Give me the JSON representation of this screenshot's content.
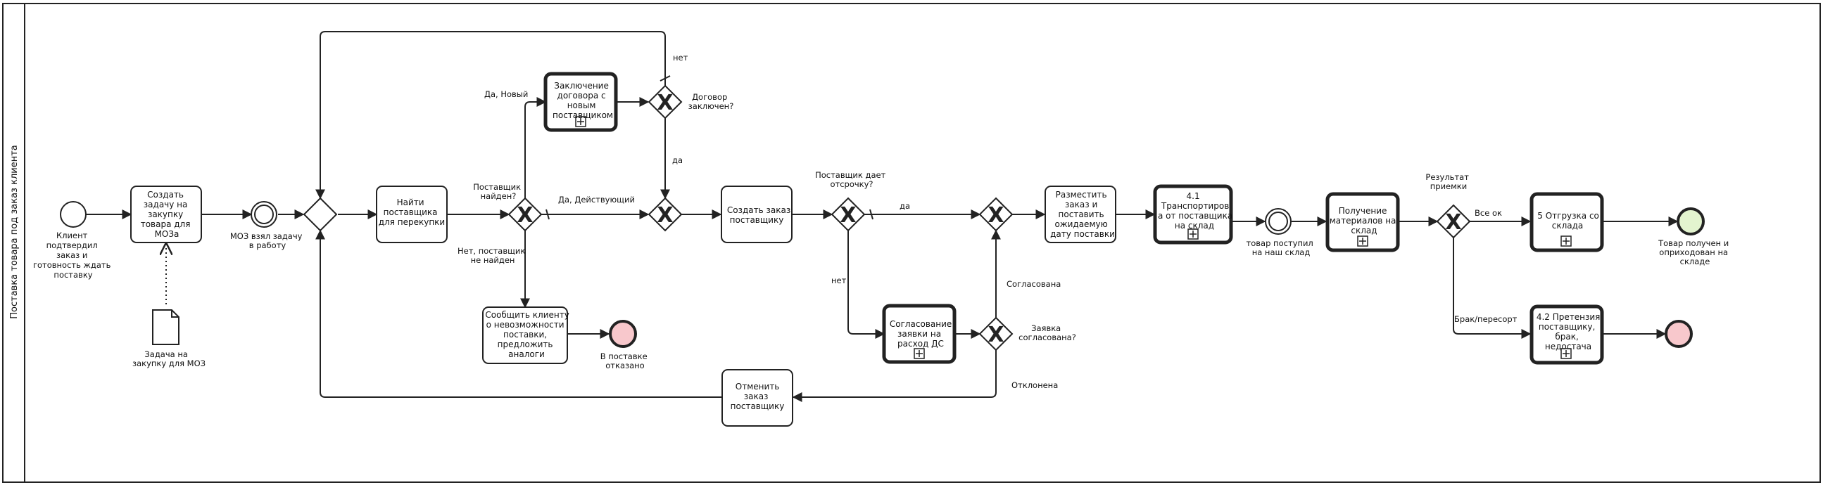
{
  "pool": {
    "lane_label": "Поставка товара под заказ клиента"
  },
  "events": {
    "start": [
      "Клиент",
      "подтвердил",
      "заказ и",
      "готовность ждать",
      "поставку"
    ],
    "moz_taken": [
      "МОЗ взял задачу",
      "в работу"
    ],
    "goods_arrived": [
      "товар поступил",
      "на наш склад"
    ],
    "end_refused": [
      "В поставке",
      "отказано"
    ],
    "end_success": [
      "Товар получен и",
      "оприходован на",
      "складе"
    ]
  },
  "tasks": {
    "create_task": [
      "Создать",
      "задачу на",
      "закупку",
      "товара для",
      "МОЗа"
    ],
    "find_supplier": [
      "Найти",
      "поставщика",
      "для перекупки"
    ],
    "contract_new": [
      "Заключение",
      "договора с",
      "новым",
      "поставщиком"
    ],
    "notify_client": [
      "Сообщить клиенту",
      "о невозможности",
      "поставки,",
      "предложить",
      "аналоги"
    ],
    "create_order": [
      "Создать заказ",
      "поставщику"
    ],
    "approve_request": [
      "Согласование",
      "заявки на",
      "расход ДС"
    ],
    "cancel_order": [
      "Отменить",
      "заказ",
      "поставщику"
    ],
    "place_order": [
      "Разместить",
      "заказ и",
      "поставить",
      "ожидаемую",
      "дату поставки"
    ],
    "transport": [
      "4.1",
      "Транспортиров",
      "а от поставщика",
      "на склад"
    ],
    "receive": [
      "Получение",
      "материалов на",
      "склад"
    ],
    "ship": [
      "5 Отгрузка со",
      "склада"
    ],
    "claim": [
      "4.2 Претензия",
      "поставщику,",
      "брак,",
      "недостача"
    ]
  },
  "artifacts": {
    "doc_task": [
      "Задача на",
      "закупку для МОЗ"
    ]
  },
  "gateways": {
    "supplier_found": [
      "Поставщик",
      "найден?"
    ],
    "contract_done": [
      "Договор",
      "заключен?"
    ],
    "deferral": [
      "Поставщик дает",
      "отсрочку?"
    ],
    "request_approved": [
      "Заявка",
      "согласована?"
    ],
    "acceptance": [
      "Результат",
      "приемки"
    ]
  },
  "labels": {
    "no_top": "нет",
    "yes_new": "Да, Новый",
    "yes_existing": "Да, Действующий",
    "no_found": [
      "Нет, поставщик",
      "не найден"
    ],
    "da_contract": "да",
    "da_deferral": "да",
    "net_deferral": "нет",
    "approved": "Согласована",
    "rejected": "Отклонена",
    "all_ok": "Все ок",
    "defect": "Брак/пересорт"
  }
}
